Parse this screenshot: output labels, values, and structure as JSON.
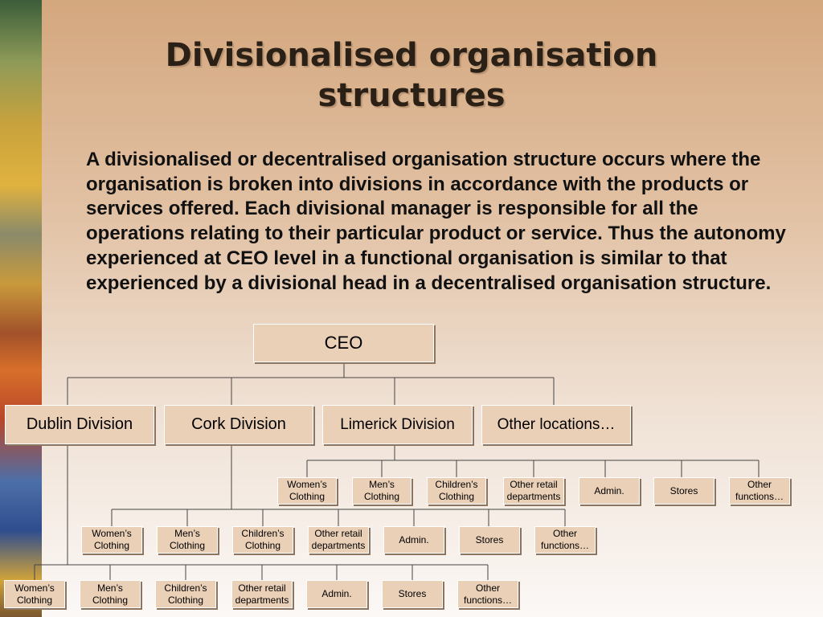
{
  "slide": {
    "title_line1": "Divisionalised organisation",
    "title_line2": "structures",
    "body": "A divisionalised or decentralised organisation structure occurs where the organisation is broken into divisions in accordance with the products or services offered. Each divisional manager is responsible for all the operations relating to their particular product or service. Thus the autonomy experienced at CEO level in a functional organisation is similar to that experienced by a divisional head in a decentralised organisation structure."
  },
  "chart": {
    "ceo": "CEO",
    "divisions": [
      "Dublin Division",
      "Cork Division",
      "Limerick Division",
      "Other locations…"
    ],
    "departments": [
      "Women’s\nClothing",
      "Men’s\nClothing",
      "Children’s\nClothing",
      "Other retail\ndepartments",
      "Admin.",
      "Stores",
      "Other\nfunctions…"
    ]
  },
  "colors": {
    "box": "#ebd0b8",
    "line": "#444444",
    "title": "#2b2016"
  }
}
